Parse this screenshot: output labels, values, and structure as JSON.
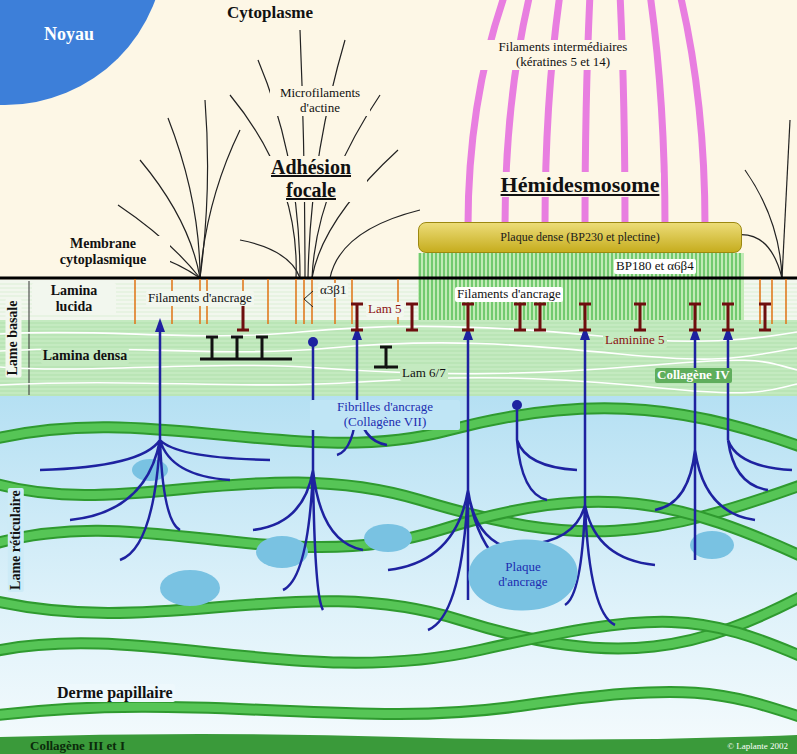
{
  "diagram": {
    "nodes": [
      {
        "text": [
          "Noyau"
        ]
      },
      {
        "text": [
          "Plaque dense (BP230 et plectine)"
        ]
      },
      {
        "text": [
          "Plaque d'ancrage"
        ]
      }
    ],
    "labels": [
      "Cytoplasme",
      "Filaments intermédiaires (kératines 5 et 14)",
      "Microfilaments d'actine",
      "Adhésion focale",
      "Hémidesmosome",
      "Membrane cytoplasmique",
      "BP180 et α6β4",
      "Lame basale",
      "Lamina lucida",
      "Filaments d'ancrage",
      "α3β1",
      "Filaments d'ancrage",
      "Lam 5",
      "Laminine 5",
      "Lamina densa",
      "Lam 6/7",
      "Collagène IV",
      "Fibrilles d'ancrage (Collagène VII)",
      "Lame réticulaire",
      "Derme papillaire",
      "Collagène III et I",
      "© Laplante 2002"
    ]
  }
}
